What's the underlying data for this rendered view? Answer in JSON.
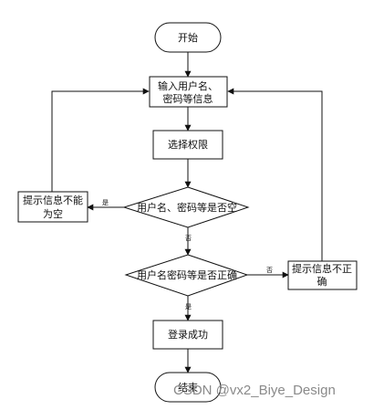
{
  "nodes": {
    "start": "开始",
    "input_line1": "输入用户名、",
    "input_line2": "密码等信息",
    "select_role": "选择权限",
    "check_empty": "用户名、密码等是否空",
    "empty_msg_line1": "提示信息不能",
    "empty_msg_line2": "为空",
    "check_correct": "用户名密码等是否正确",
    "incorrect_msg_line1": "提示信息不正",
    "incorrect_msg_line2": "确",
    "login_success": "登录成功",
    "end": "结束"
  },
  "edges": {
    "yes": "是",
    "no": "否"
  },
  "watermark": "CSDN @vx2_Biye_Design"
}
